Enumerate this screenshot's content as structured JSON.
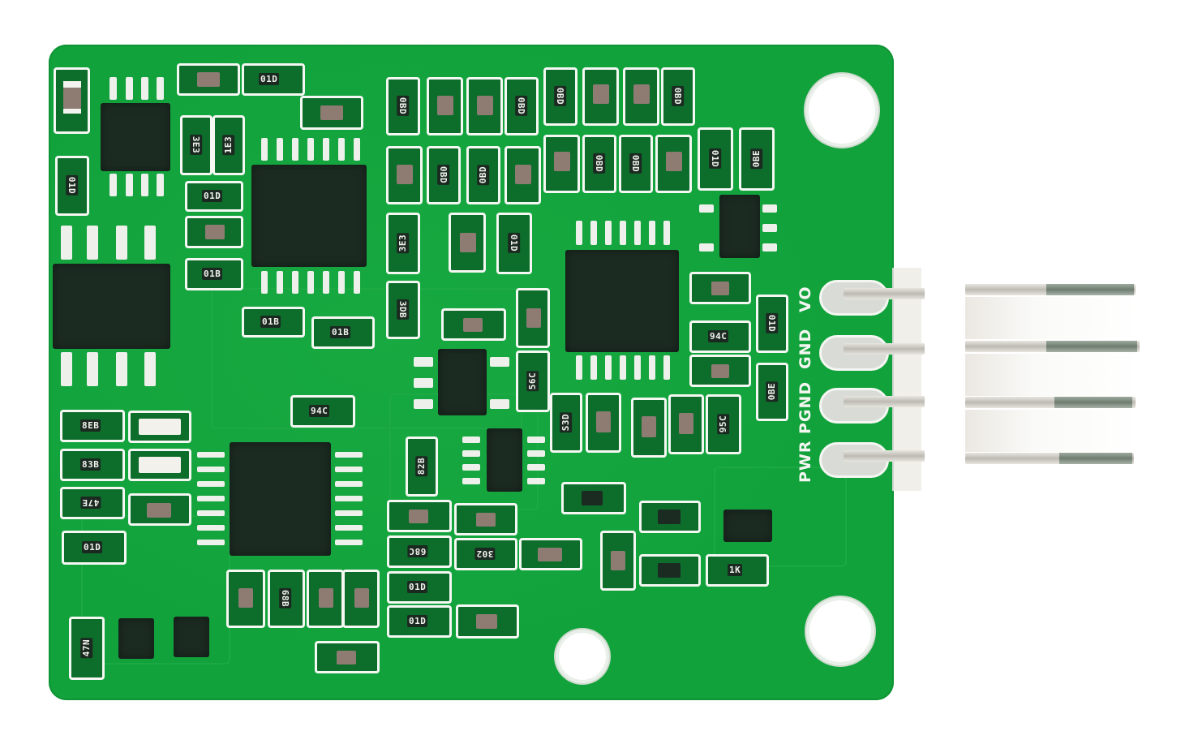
{
  "subject": "Green PCB module with 4-pin right-angle header",
  "colors": {
    "board_green": "#12a23c",
    "silkscreen": "#f4f7f2",
    "ic_body": "#1c2b22",
    "resistor_body": "#1b2a20",
    "capacitor_body": "#8e7b72",
    "header_metal": "#d9dcd6"
  },
  "connector": {
    "pins": [
      {
        "label": "VO"
      },
      {
        "label": "GND"
      },
      {
        "label": "PGND"
      },
      {
        "label": "PWR"
      }
    ]
  },
  "resistor_markings": {
    "top_left": [
      "01D",
      "01D",
      "3E3",
      "1E3",
      "01D",
      "01B"
    ],
    "top_center_row1": [
      "0BD",
      "0BD",
      "0BD",
      "0BD"
    ],
    "top_center_row2": [
      "0BD",
      "0BD",
      "0BD",
      "0BD"
    ],
    "right_column": [
      "01D",
      "0BE",
      "94C",
      "01D",
      "0BE"
    ],
    "center": [
      "3E3",
      "3DB",
      "01D",
      "56C",
      "01B",
      "01B",
      "94C"
    ],
    "lower_center": [
      "S3D",
      "95C"
    ],
    "left_lower": [
      "8EB",
      "83B",
      "47E",
      "01D",
      "47N"
    ],
    "bottom_center": [
      "82B",
      "68C",
      "302",
      "01D",
      "01D",
      "68B"
    ],
    "bottom_right": [
      "1K"
    ]
  },
  "mounting_holes": 3,
  "ics": [
    {
      "name": "soic8-top-left"
    },
    {
      "name": "soic8-left"
    },
    {
      "name": "tssop14-top"
    },
    {
      "name": "tssop14-right"
    },
    {
      "name": "tssop16-bottom"
    },
    {
      "name": "sot23-6-right"
    },
    {
      "name": "sot223-center"
    },
    {
      "name": "msop8-center"
    },
    {
      "name": "sod-bottom-right"
    },
    {
      "name": "sot-bottom-left-1"
    },
    {
      "name": "sot-bottom-left-2"
    }
  ]
}
